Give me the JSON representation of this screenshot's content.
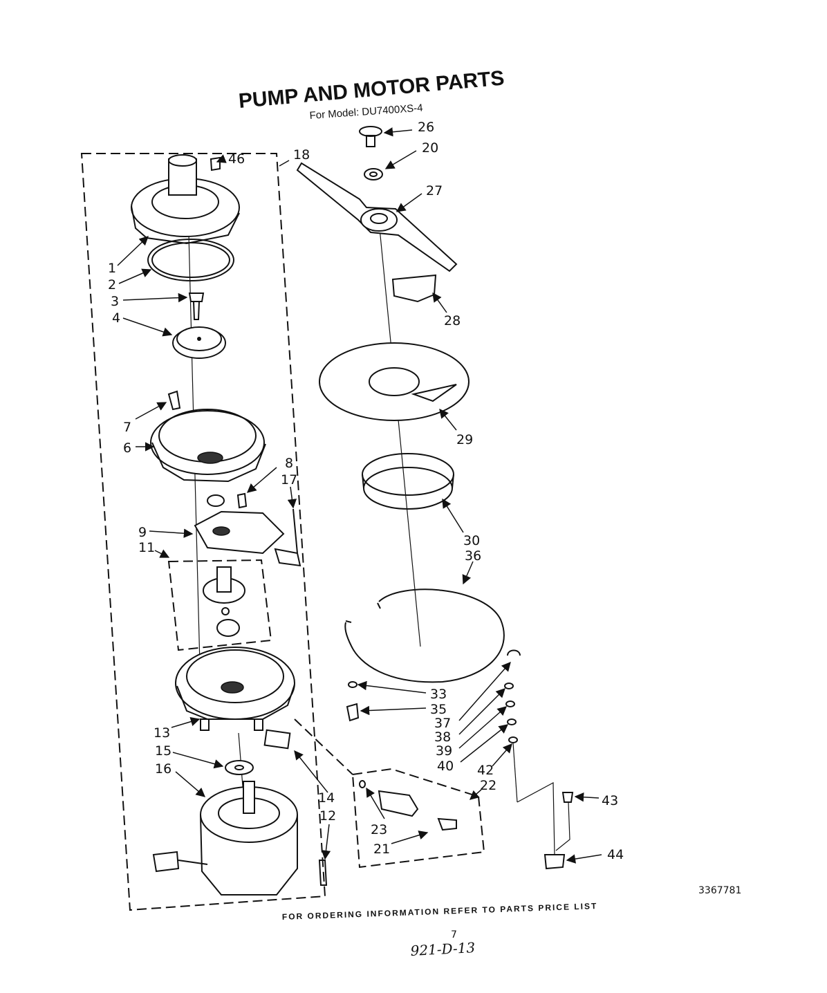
{
  "title": "PUMP AND MOTOR PARTS",
  "subtitle": "For Model: DU7400XS-4",
  "footer": "FOR ORDERING INFORMATION REFER TO PARTS PRICE LIST",
  "page_number": "7",
  "doc_code": "3367781",
  "handwritten": "921-D-13",
  "callouts": [
    "46",
    "18",
    "1",
    "2",
    "3",
    "4",
    "7",
    "6",
    "8",
    "17",
    "9",
    "11",
    "13",
    "15",
    "16",
    "14",
    "12",
    "26",
    "20",
    "27",
    "28",
    "29",
    "30",
    "36",
    "33",
    "35",
    "37",
    "38",
    "39",
    "40",
    "42",
    "22",
    "43",
    "23",
    "21",
    "44"
  ]
}
